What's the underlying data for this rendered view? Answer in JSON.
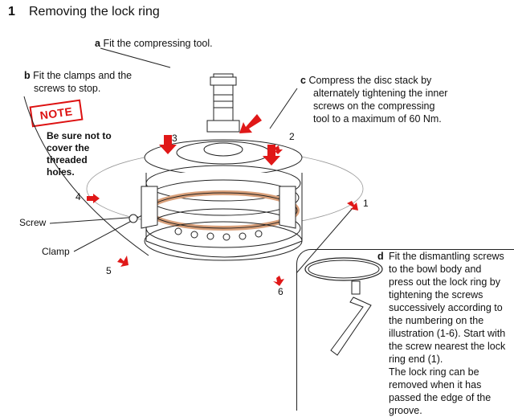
{
  "header": {
    "number": "1",
    "title": "Removing the lock ring"
  },
  "captions": {
    "a": {
      "letter": "a",
      "text": "Fit the compressing tool."
    },
    "b": {
      "letter": "b",
      "line1": "Fit the clamps and the",
      "line2": "screws to stop."
    },
    "c": {
      "letter": "c",
      "line1": "Compress the disc stack by",
      "line2": "alternately tightening the inner",
      "line3": "screws on the compressing",
      "line4": "tool to a maximum of 60 Nm."
    },
    "d": {
      "letter": "d",
      "lines": [
        "Fit the dismantling screws",
        "to the bowl body and",
        "press out the lock ring by",
        "tightening the screws",
        "successively according to",
        "the numbering on the",
        "illustration (1-6). Start with",
        "the screw nearest the lock",
        "ring end (1).",
        "The lock ring can be",
        "removed when it has",
        "passed the edge of the",
        "groove."
      ]
    }
  },
  "note": {
    "label": "NOTE",
    "line1": "Be sure not to",
    "line2": "cover the threaded",
    "line3": "holes."
  },
  "labels": {
    "screw": "Screw",
    "clamp": "Clamp",
    "n1": "1",
    "n2": "2",
    "n3": "3",
    "n4": "4",
    "n5": "5",
    "n6": "6"
  },
  "colors": {
    "arrow_red": "#e01818",
    "ring_copper": "#d9a07a",
    "line": "#222222"
  }
}
